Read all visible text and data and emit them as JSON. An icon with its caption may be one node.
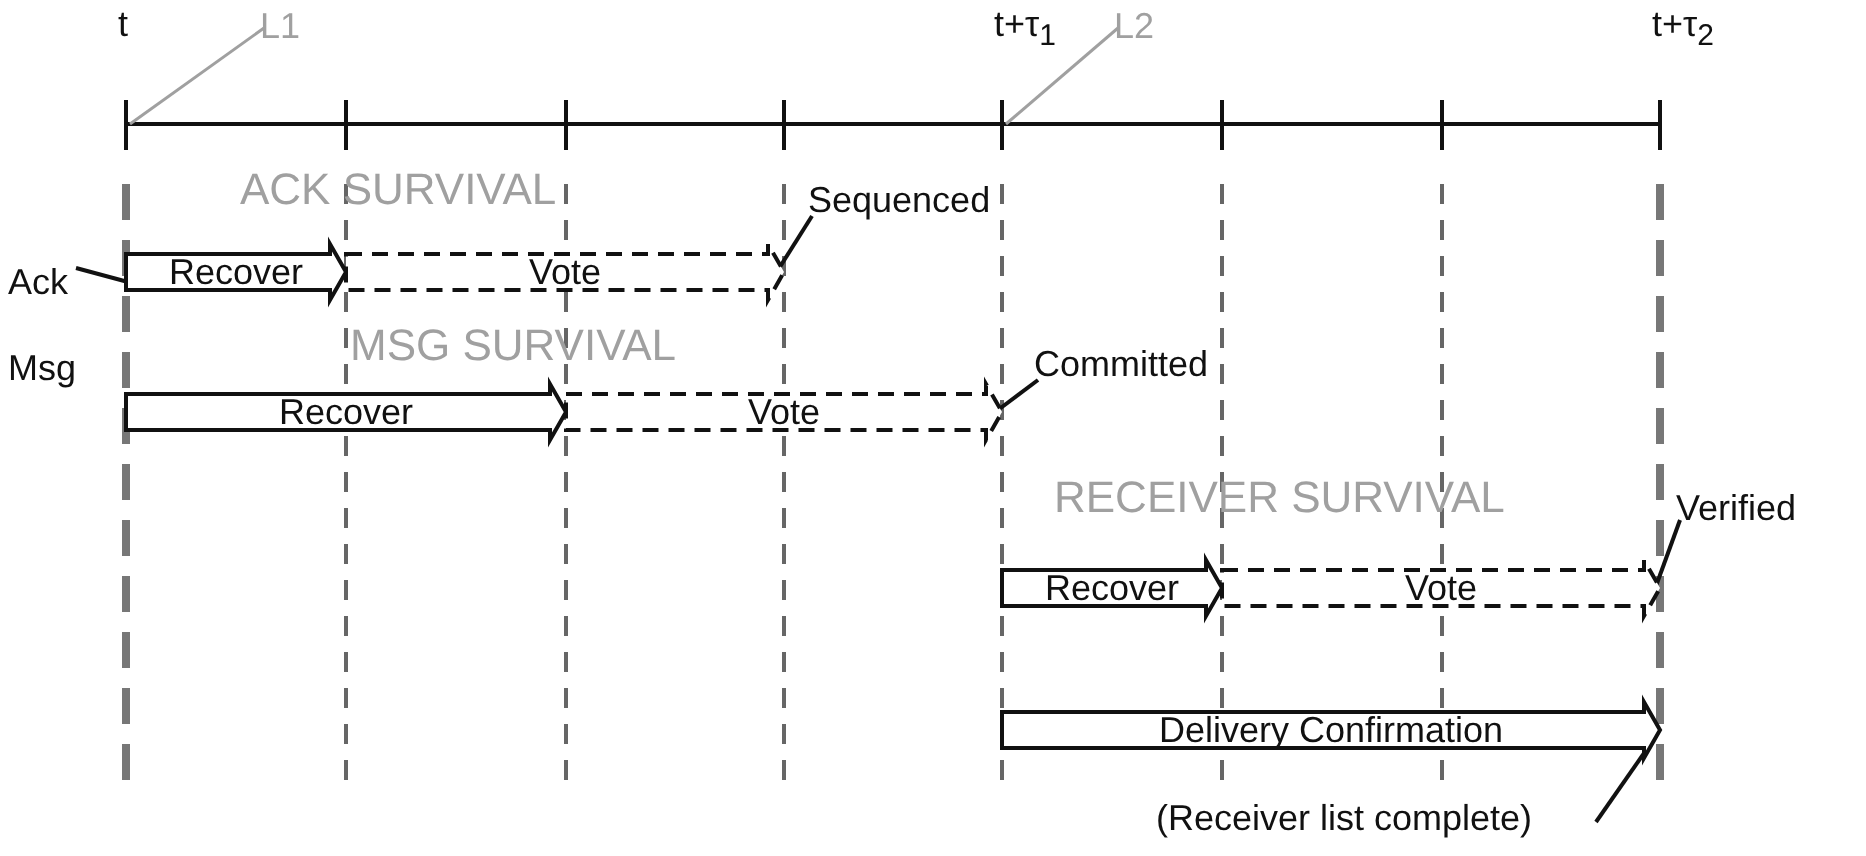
{
  "diagram": {
    "nodes": [
      {
        "text": [
          "Recover"
        ]
      },
      {
        "text": [
          "Vote"
        ]
      },
      {
        "text": [
          "Recover"
        ]
      },
      {
        "text": [
          "Vote"
        ]
      },
      {
        "text": [
          "Recover"
        ]
      },
      {
        "text": [
          "Vote"
        ]
      },
      {
        "text": [
          "Delivery Confirmation"
        ]
      },
      {
        "text": [
          "Ack"
        ]
      },
      {
        "text": [
          "Sequenced"
        ]
      },
      {
        "text": [
          "Committed"
        ]
      },
      {
        "text": [
          "Verified"
        ]
      },
      {
        "text": [
          "(Receiver list complete)"
        ]
      },
      {
        "text": [
          "L1"
        ]
      },
      {
        "text": [
          "L2"
        ]
      }
    ],
    "edges": [
      {
        "from": 7,
        "to": 0,
        "arrow": "none"
      },
      {
        "from": 8,
        "to": 1,
        "arrow": "none"
      },
      {
        "from": 9,
        "to": 3,
        "arrow": "none"
      },
      {
        "from": 10,
        "to": 5,
        "arrow": "none"
      },
      {
        "from": 11,
        "to": 6,
        "arrow": "none"
      },
      {
        "from": 12,
        "to": null,
        "arrow": "none",
        "color": "#a0a0a0"
      },
      {
        "from": 13,
        "to": null,
        "arrow": "none",
        "color": "#a0a0a0"
      }
    ],
    "labels": [
      "t",
      "t+τ$_{1}$",
      "t+τ$_{2}$",
      "ACK SURVIVAL",
      "MSG SURVIVAL",
      "Msg",
      "RECEIVER SURVIVAL"
    ]
  }
}
